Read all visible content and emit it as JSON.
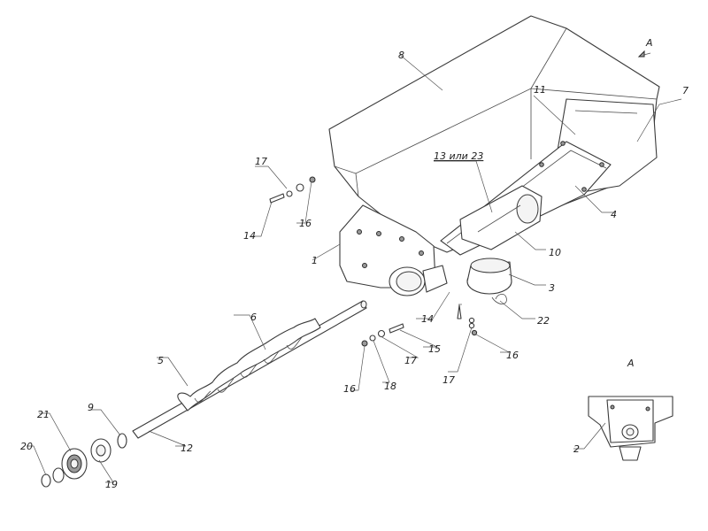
{
  "callouts": {
    "c1": "1",
    "c2": "2",
    "c3": "3",
    "c4": "4",
    "c5": "5",
    "c6": "6",
    "c7": "7",
    "c8": "8",
    "c9": "9",
    "c10": "10",
    "c11": "11",
    "c12": "12",
    "c13_23": "13 или 23",
    "c14a": "14",
    "c14b": "14",
    "c15": "15",
    "c16a": "16",
    "c16b": "16",
    "c16c": "16",
    "c17a": "17",
    "c17b": "17",
    "c17c": "17",
    "c18": "18",
    "c19": "19",
    "c20": "20",
    "c21": "21",
    "c22": "22"
  },
  "view": {
    "arrow_label": "А",
    "detail_label": "А"
  }
}
